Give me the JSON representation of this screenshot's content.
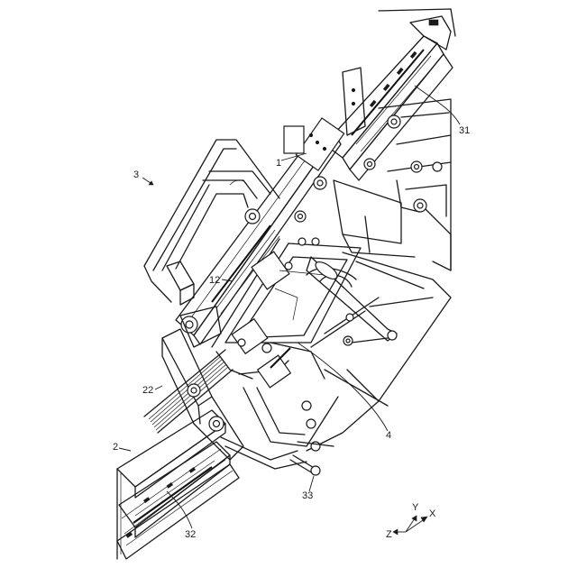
{
  "figure": {
    "labels": {
      "ref_3": "3",
      "ref_31": "31",
      "ref_1": "1",
      "ref_12": "12",
      "ref_22": "22",
      "ref_2": "2",
      "ref_32": "32",
      "ref_33": "33",
      "ref_4": "4"
    },
    "axes": {
      "z": "Z",
      "y": "Y",
      "x": "X"
    }
  }
}
